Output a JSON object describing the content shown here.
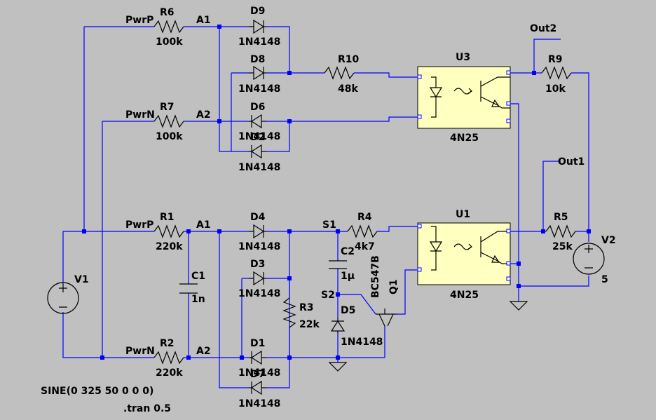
{
  "components": {
    "R6": {
      "ref": "R6",
      "value": "100k"
    },
    "R7": {
      "ref": "R7",
      "value": "100k"
    },
    "R10": {
      "ref": "R10",
      "value": "48k"
    },
    "R9": {
      "ref": "R9",
      "value": "10k"
    },
    "R1": {
      "ref": "R1",
      "value": "220k"
    },
    "R2": {
      "ref": "R2",
      "value": "220k"
    },
    "R3": {
      "ref": "R3",
      "value": "22k"
    },
    "R4": {
      "ref": "R4",
      "value": "4k7"
    },
    "R5": {
      "ref": "R5",
      "value": "25k"
    },
    "C1": {
      "ref": "C1",
      "value": "1n"
    },
    "C2": {
      "ref": "C2",
      "value": "1µ"
    },
    "D9": {
      "ref": "D9",
      "value": "1N4148"
    },
    "D8": {
      "ref": "D8",
      "value": "1N4148"
    },
    "D6": {
      "ref": "D6",
      "value": "1N4148"
    },
    "D2": {
      "ref": "D2",
      "value": "1N4148"
    },
    "D4": {
      "ref": "D4",
      "value": "1N4148"
    },
    "D3": {
      "ref": "D3",
      "value": "1N4148"
    },
    "D1": {
      "ref": "D1",
      "value": "1N4148"
    },
    "D7": {
      "ref": "D7",
      "value": "1N4148"
    },
    "D5": {
      "ref": "D5",
      "value": "1N4148"
    },
    "U3": {
      "ref": "U3",
      "value": "4N25"
    },
    "U1": {
      "ref": "U1",
      "value": "4N25"
    },
    "Q1": {
      "ref": "Q1",
      "value": "BC547B"
    },
    "V1": {
      "ref": "V1",
      "value": ""
    },
    "V2": {
      "ref": "V2",
      "value": "5"
    }
  },
  "nets": {
    "pwrp_top": "PwrP",
    "pwrn_top": "PwrN",
    "pwrp_bot": "PwrP",
    "pwrn_bot": "PwrN",
    "a1_top": "A1",
    "a2_top": "A2",
    "a1_bot": "A1",
    "a2_bot": "A2",
    "s1": "S1",
    "s2": "S2",
    "out1": "Out1",
    "out2": "Out2"
  },
  "directives": {
    "source": "SINE(0 325 50 0 0 0)",
    "tran": ".tran 0.5"
  },
  "colors": {
    "background": "#c0c0c0",
    "wire": "#0000ff",
    "package": "#ffffbf"
  }
}
